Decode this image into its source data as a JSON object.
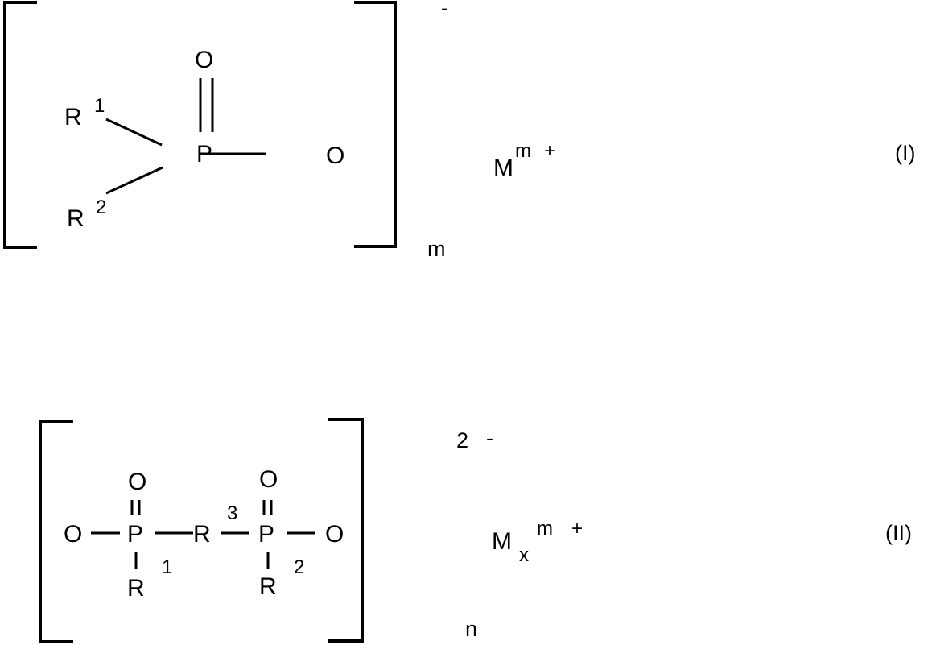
{
  "formula_I": {
    "label": "(I)",
    "charge": "-",
    "repeat_subscript": "m",
    "atoms": {
      "P": "P",
      "O_double": "O",
      "O_single": "O",
      "R1": "R",
      "R1_index": "1",
      "R2": "R",
      "R2_index": "2"
    },
    "cation": {
      "symbol": "M",
      "charge_var": "m",
      "charge_sign": "+"
    }
  },
  "formula_II": {
    "label": "(II)",
    "charge_number": "2",
    "charge_sign": "-",
    "repeat_subscript": "n",
    "atoms": {
      "O_left": "O",
      "P_left": "P",
      "O_top_left": "O",
      "R1": "R",
      "R1_index": "1",
      "R3": "R",
      "R3_index": "3",
      "P_right": "P",
      "O_top_right": "O",
      "R2": "R",
      "R2_index": "2",
      "O_right": "O"
    },
    "cation": {
      "symbol": "M",
      "subscript": "x",
      "charge_var": "m",
      "charge_sign": "+"
    }
  },
  "colors": {
    "ink": "#000000",
    "background": "#ffffff"
  }
}
